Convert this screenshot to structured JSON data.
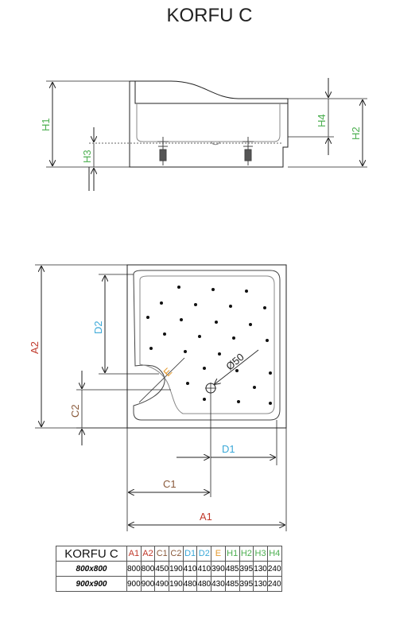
{
  "title": "KORFU C",
  "colors": {
    "red": "#c0392b",
    "green": "#4caf50",
    "blue": "#3aa8d8",
    "orange": "#e49a2f",
    "brown": "#8a5a3b",
    "line": "#222222"
  },
  "side_view": {
    "H1": "H1",
    "H2": "H2",
    "H3": "H3",
    "H4": "H4"
  },
  "plan_view": {
    "A1": "A1",
    "A2": "A2",
    "C1": "C1",
    "C2": "C2",
    "D1": "D1",
    "D2": "D2",
    "E": "E",
    "drain": "Ø50"
  },
  "table": {
    "model": "KORFU C",
    "headers": [
      "A1",
      "A2",
      "C1",
      "C2",
      "D1",
      "D2",
      "E",
      "H1",
      "H2",
      "H3",
      "H4"
    ],
    "rows": [
      {
        "size": "800x800",
        "values": [
          "800",
          "800",
          "450",
          "190",
          "410",
          "410",
          "390",
          "485",
          "395",
          "130",
          "240"
        ]
      },
      {
        "size": "900x900",
        "values": [
          "900",
          "900",
          "490",
          "190",
          "480",
          "480",
          "430",
          "485",
          "395",
          "130",
          "240"
        ]
      }
    ]
  }
}
